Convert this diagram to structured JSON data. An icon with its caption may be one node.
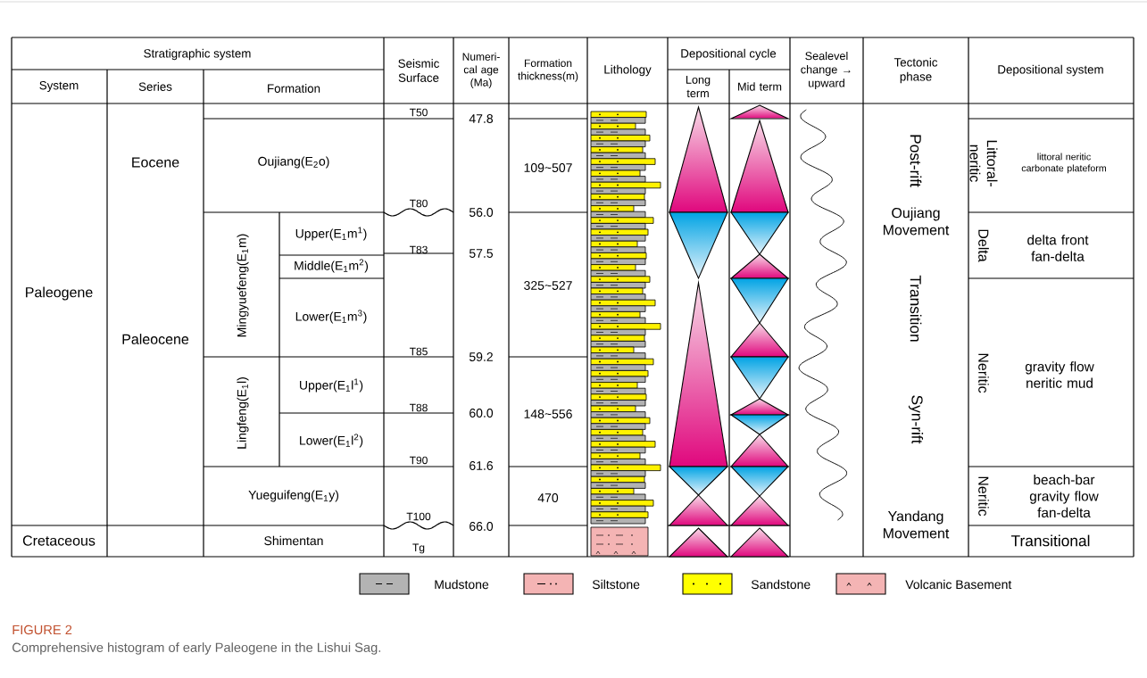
{
  "diagram": {
    "title": "FIGURE 2",
    "caption": "Comprehensive histogram of early Paleogene in the Lishui Sag.",
    "labels": [
      "Stratigraphic system",
      "Seismic Surface",
      "Numeri- cal age (Ma)",
      "Formation thickness(m)",
      "Lithology",
      "Depositional cycle",
      "Sealevel change → upward",
      "Tectonic phase",
      "Depositional system",
      "System",
      "Series",
      "Formation",
      "Long term",
      "Mid term",
      "Paleogene",
      "Eocene",
      "Oujiang(E$_{2}$o)",
      "T50",
      "47.8",
      "109~507",
      "Post-rift",
      "Littoral- neritic",
      "littoral neritic carbonate plateform",
      "T80",
      "56.0",
      "Oujiang Movement",
      "Mingyuefeng(E$_{1}$m)",
      "Upper(E$_{1}$m$^{1}$)",
      "Delta",
      "delta front fan-delta",
      "T83",
      "57.5",
      "Middle(E$_{1}$m$^{2}$)",
      "325~527",
      "Transition",
      "Paleocene",
      "Lower(E$_{1}$m$^{3}$)",
      "T85",
      "59.2",
      "Neritic",
      "gravity flow neritic mud",
      "Lingfeng(E$_{1}$l)",
      "Upper(E$_{1}$l$^{1}$)",
      "T88",
      "60.0",
      "148~556",
      "Syn-rift",
      "Lower(E$_{1}$l$^{2}$)",
      "T90",
      "61.6",
      "Yueguifeng(E$_{1}$y)",
      "470",
      "Neritic",
      "beach-bar gravity flow fan-delta",
      "T100",
      "66.0",
      "Yandang Movement",
      "Cretaceous",
      "Shimentan",
      "Tg",
      "Transitional"
    ],
    "legend": [
      {
        "text": "Mudstone",
        "color": "#b3b3b3"
      },
      {
        "text": "Siltstone",
        "color": "#f4b4b4"
      },
      {
        "text": "Sandstone",
        "color": "#ffff00"
      },
      {
        "text": "Volcanic Basement",
        "color": "#f4b4b4"
      }
    ]
  }
}
